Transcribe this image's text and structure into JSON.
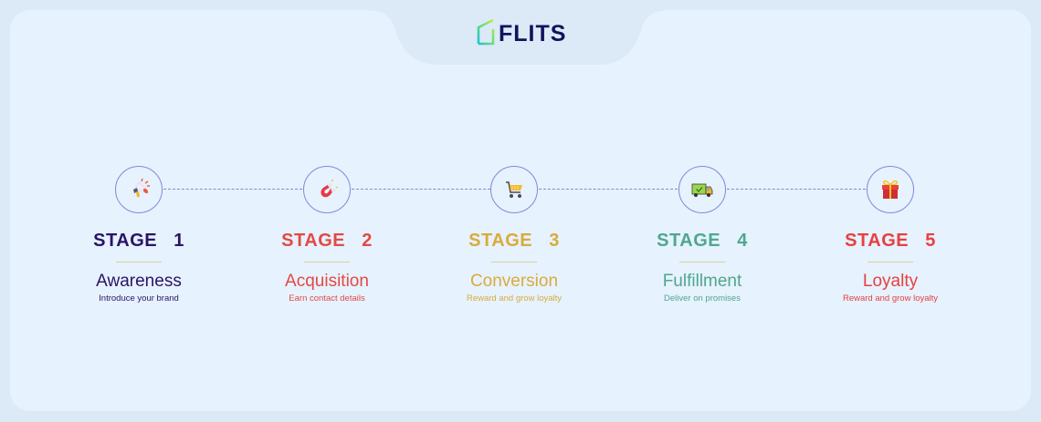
{
  "brand": {
    "name": "FLITS",
    "logo_icon": "house-outline-icon",
    "text_color": "#12135a",
    "gradient": [
      "#1cc6c9",
      "#b6f23a"
    ]
  },
  "colors": {
    "outer_background": "#dce9f7",
    "card_background": "#e6f2fe",
    "connector": "#7f8bd4",
    "divider": "#d9cfa0"
  },
  "stages": [
    {
      "title": "STAGE  1",
      "name": "Awareness",
      "description": "Introduce your brand",
      "icon": "megaphone-icon",
      "color": "#2a1466"
    },
    {
      "title": "STAGE  2",
      "name": "Acquisition",
      "description": "Earn contact details",
      "icon": "magnet-icon",
      "color": "#e24a43"
    },
    {
      "title": "STAGE  3",
      "name": "Conversion",
      "description": "Reward and grow loyalty",
      "icon": "shopping-cart-icon",
      "color": "#d9ab3c"
    },
    {
      "title": "STAGE  4",
      "name": "Fulfillment",
      "description": "Deliver on promises",
      "icon": "delivery-truck-icon",
      "color": "#4fa78d"
    },
    {
      "title": "STAGE  5",
      "name": "Loyalty",
      "description": "Reward and grow loyalty",
      "icon": "gift-box-icon",
      "color": "#e8403f"
    }
  ]
}
